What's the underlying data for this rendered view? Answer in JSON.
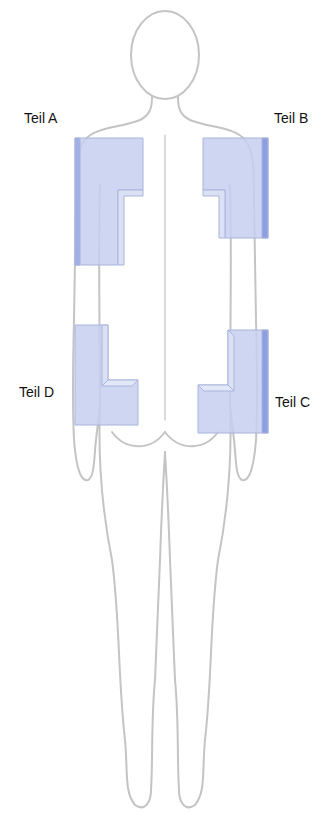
{
  "diagram": {
    "labels": [
      "Teil A",
      "Teil B",
      "Teil D",
      "Teil C"
    ]
  }
}
